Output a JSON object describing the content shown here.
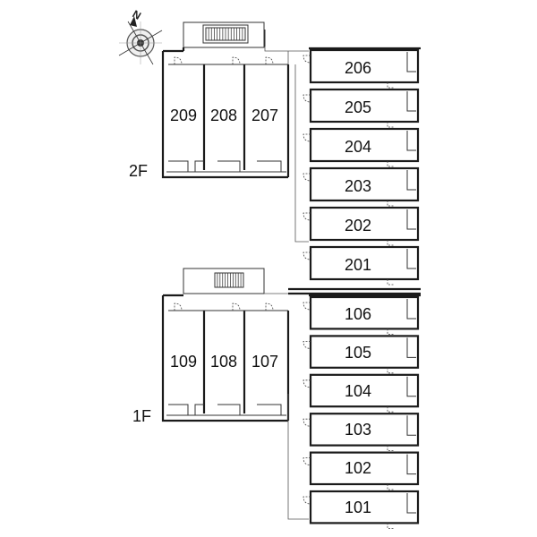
{
  "compass": {
    "north_label": "N",
    "icon": "compass-icon"
  },
  "floors": [
    {
      "label": "2F",
      "left_units": [
        "209",
        "208",
        "207"
      ],
      "right_units": [
        "206",
        "205",
        "204",
        "203",
        "202",
        "201"
      ]
    },
    {
      "label": "1F",
      "left_units": [
        "109",
        "108",
        "107"
      ],
      "right_units": [
        "106",
        "105",
        "104",
        "103",
        "102",
        "101"
      ]
    }
  ]
}
